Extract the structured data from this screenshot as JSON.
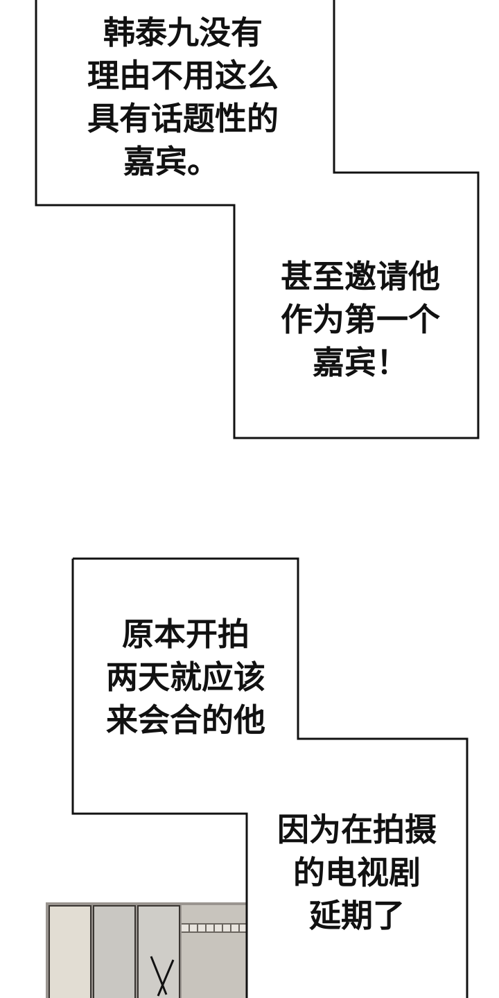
{
  "captions": [
    {
      "lines": [
        "韩泰九没有",
        "理由不用这么",
        "具有话题性的",
        "嘉宾。"
      ]
    },
    {
      "lines": [
        "甚至邀请他",
        "作为第一个",
        "嘉宾！"
      ]
    },
    {
      "lines": [
        "原本开拍",
        "两天就应该",
        "来会合的他"
      ]
    },
    {
      "lines": [
        "因为在拍摄",
        "的电视剧",
        "延期了"
      ]
    }
  ]
}
